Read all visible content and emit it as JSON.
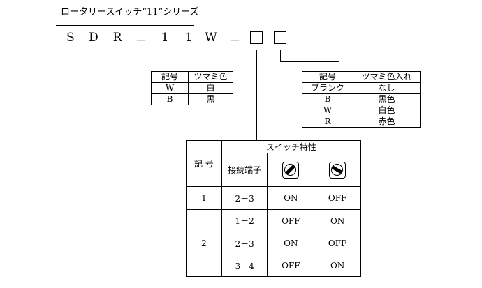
{
  "series_label": "ロータリースイッチ“11”シリーズ",
  "model_chars": [
    "S",
    "D",
    "R",
    "－",
    "1",
    "1",
    "W",
    "－"
  ],
  "knob_color_table": {
    "headers": [
      "記号",
      "ツマミ色"
    ],
    "rows": [
      [
        "W",
        "白"
      ],
      [
        "B",
        "黒"
      ]
    ]
  },
  "knob_insert_table": {
    "headers": [
      "記号",
      "ツマミ色入れ"
    ],
    "rows": [
      [
        "ブランク",
        "なし"
      ],
      [
        "B",
        "黒色"
      ],
      [
        "W",
        "白色"
      ],
      [
        "R",
        "赤色"
      ]
    ]
  },
  "switch_table": {
    "symbol_header": "記 号",
    "characteristic_header": "スイッチ特性",
    "terminal_header": "接続端子",
    "position_icons": [
      "dial-position-a-icon",
      "dial-position-b-icon"
    ],
    "groups": [
      {
        "symbol": "1",
        "rows": [
          [
            "2－3",
            "ON",
            "OFF"
          ]
        ]
      },
      {
        "symbol": "2",
        "rows": [
          [
            "1－2",
            "OFF",
            "ON"
          ],
          [
            "2－3",
            "ON",
            "OFF"
          ],
          [
            "3－4",
            "OFF",
            "ON"
          ]
        ]
      }
    ]
  }
}
